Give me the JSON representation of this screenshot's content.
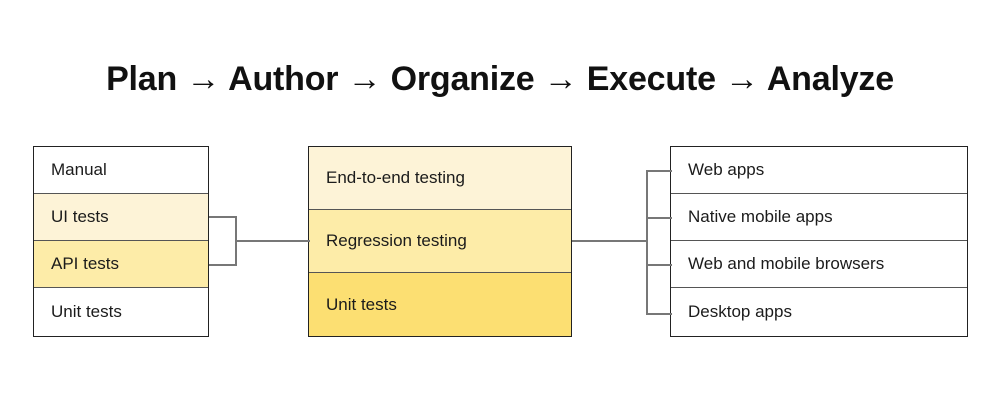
{
  "title": "Plan → Author → Organize → Execute → Analyze",
  "colors": {
    "background": "#ffffff",
    "box_border": "#222222",
    "row_divider": "#555555",
    "connector": "#777777",
    "text": "#1b1b1b",
    "yellow_light": "#fdf3d7",
    "yellow_medium": "#fdeca8",
    "yellow_strong": "#fcdf72"
  },
  "columns": {
    "left": {
      "name": "test-types",
      "rows": [
        {
          "label": "Manual",
          "fill": "#ffffff"
        },
        {
          "label": "UI tests",
          "fill": "#fdf3d7"
        },
        {
          "label": "API tests",
          "fill": "#fdeca8"
        },
        {
          "label": "Unit tests",
          "fill": "#ffffff"
        }
      ]
    },
    "middle": {
      "name": "test-levels",
      "rows": [
        {
          "label": "End-to-end testing",
          "fill": "#fdf3d7"
        },
        {
          "label": "Regression testing",
          "fill": "#fdeca8"
        },
        {
          "label": "Unit tests",
          "fill": "#fcdf72"
        }
      ]
    },
    "right": {
      "name": "target-platforms",
      "rows": [
        {
          "label": "Web apps",
          "fill": "#ffffff"
        },
        {
          "label": "Native mobile apps",
          "fill": "#ffffff"
        },
        {
          "label": "Web and mobile browsers",
          "fill": "#ffffff"
        },
        {
          "label": "Desktop apps",
          "fill": "#ffffff"
        }
      ]
    }
  },
  "connectors": {
    "left_bracket": "joins UI tests and API tests to Regression testing",
    "right_bracket": "joins Regression testing to all four platform rows"
  }
}
